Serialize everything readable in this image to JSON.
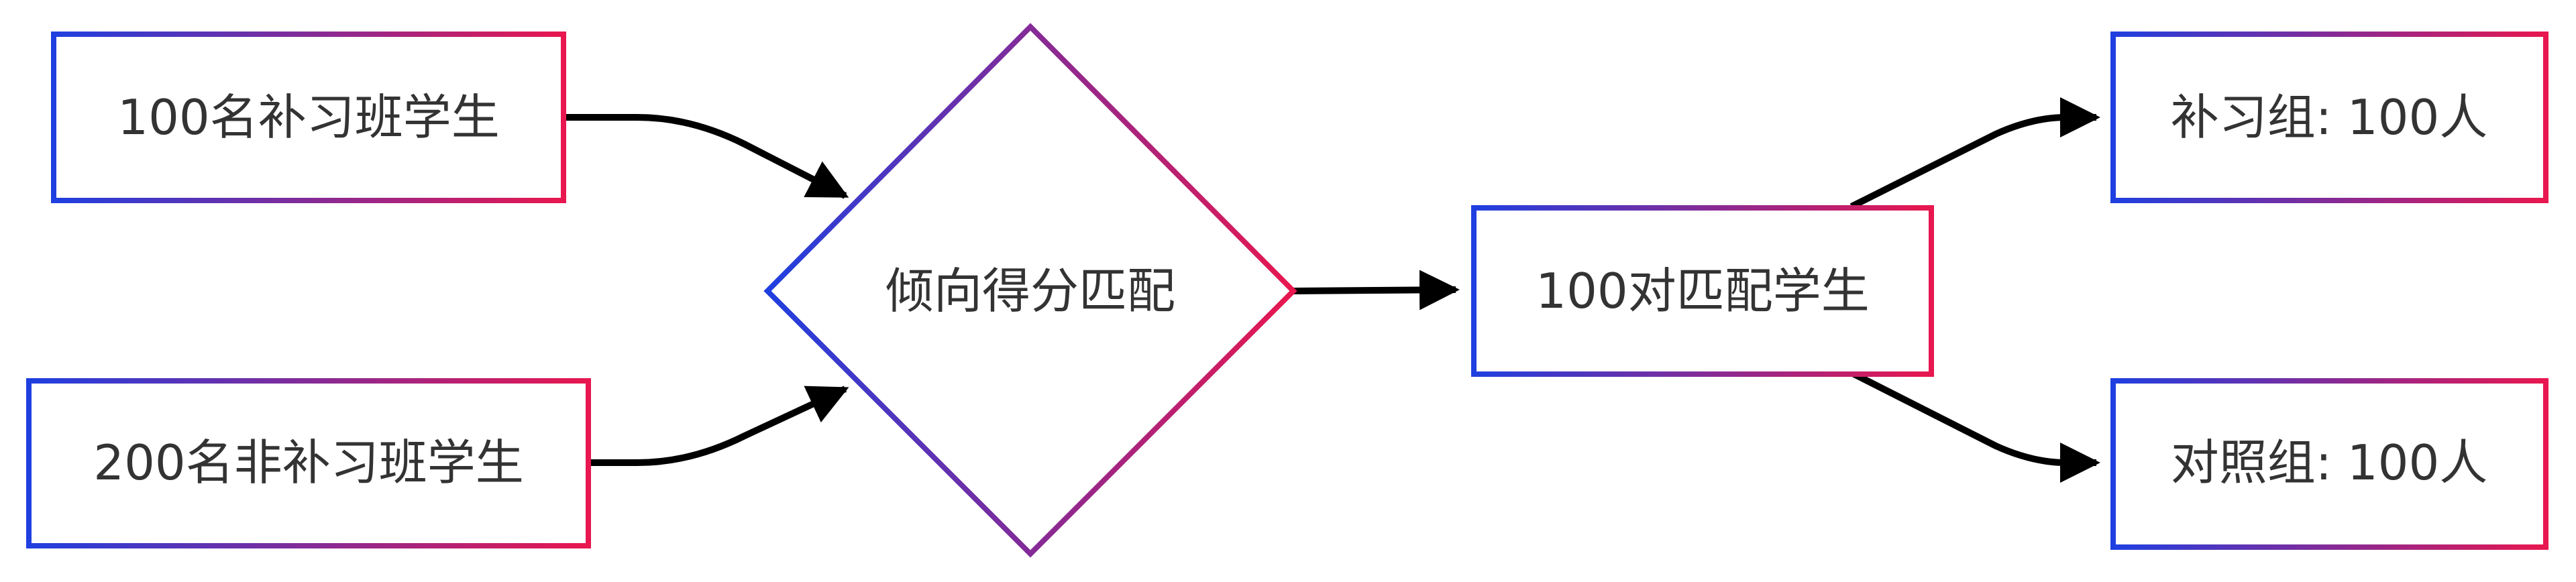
{
  "colors": {
    "gradient_start": "#1f3fe0",
    "gradient_end": "#e8174f",
    "fill": "#ffffff",
    "text": "#333333",
    "edge": "#000000"
  },
  "nodes": {
    "tutoring_students": "100名补习班学生",
    "non_tutoring_students": "200名非补习班学生",
    "propensity_matching": "倾向得分匹配",
    "matched_pairs": "100对匹配学生",
    "treatment_group": "补习组: 100人",
    "control_group": "对照组: 100人"
  }
}
